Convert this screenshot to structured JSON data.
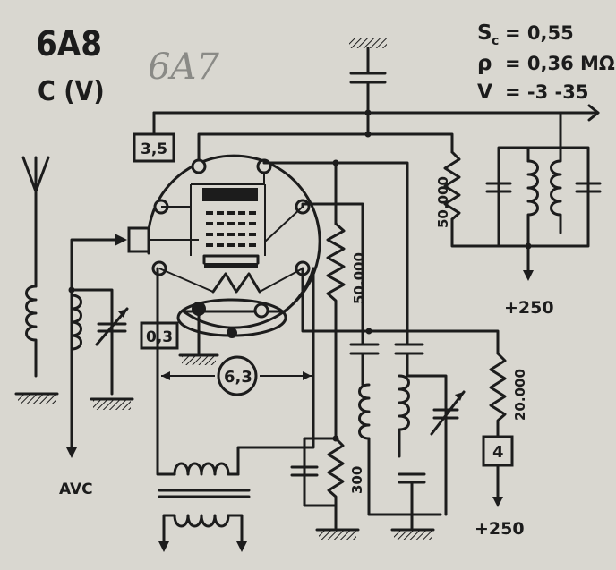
{
  "tube": {
    "type": "6A8",
    "base": "C (V)",
    "handwritten": "6A7"
  },
  "params": {
    "sc": "S",
    "sc_sub": "c",
    "sc_val": "= 0,55",
    "rho": "ρ",
    "rho_val": "= 0,36 MΩ",
    "v": "V",
    "v_val": "= -3 -35"
  },
  "labels": {
    "pin_top": "3,5",
    "pin_low": "0,3",
    "heater": "6,3",
    "avc": "AVC",
    "r_anode": "50.000",
    "r_osc": "50.000",
    "r_screen": "20.000",
    "r_cathode": "300",
    "box4": "4",
    "plus250_a": "+250",
    "plus250_b": "+250"
  },
  "colors": {
    "ink": "#1c1c1c",
    "paper": "#d9d7d0",
    "pencil": "#8a8a86"
  }
}
